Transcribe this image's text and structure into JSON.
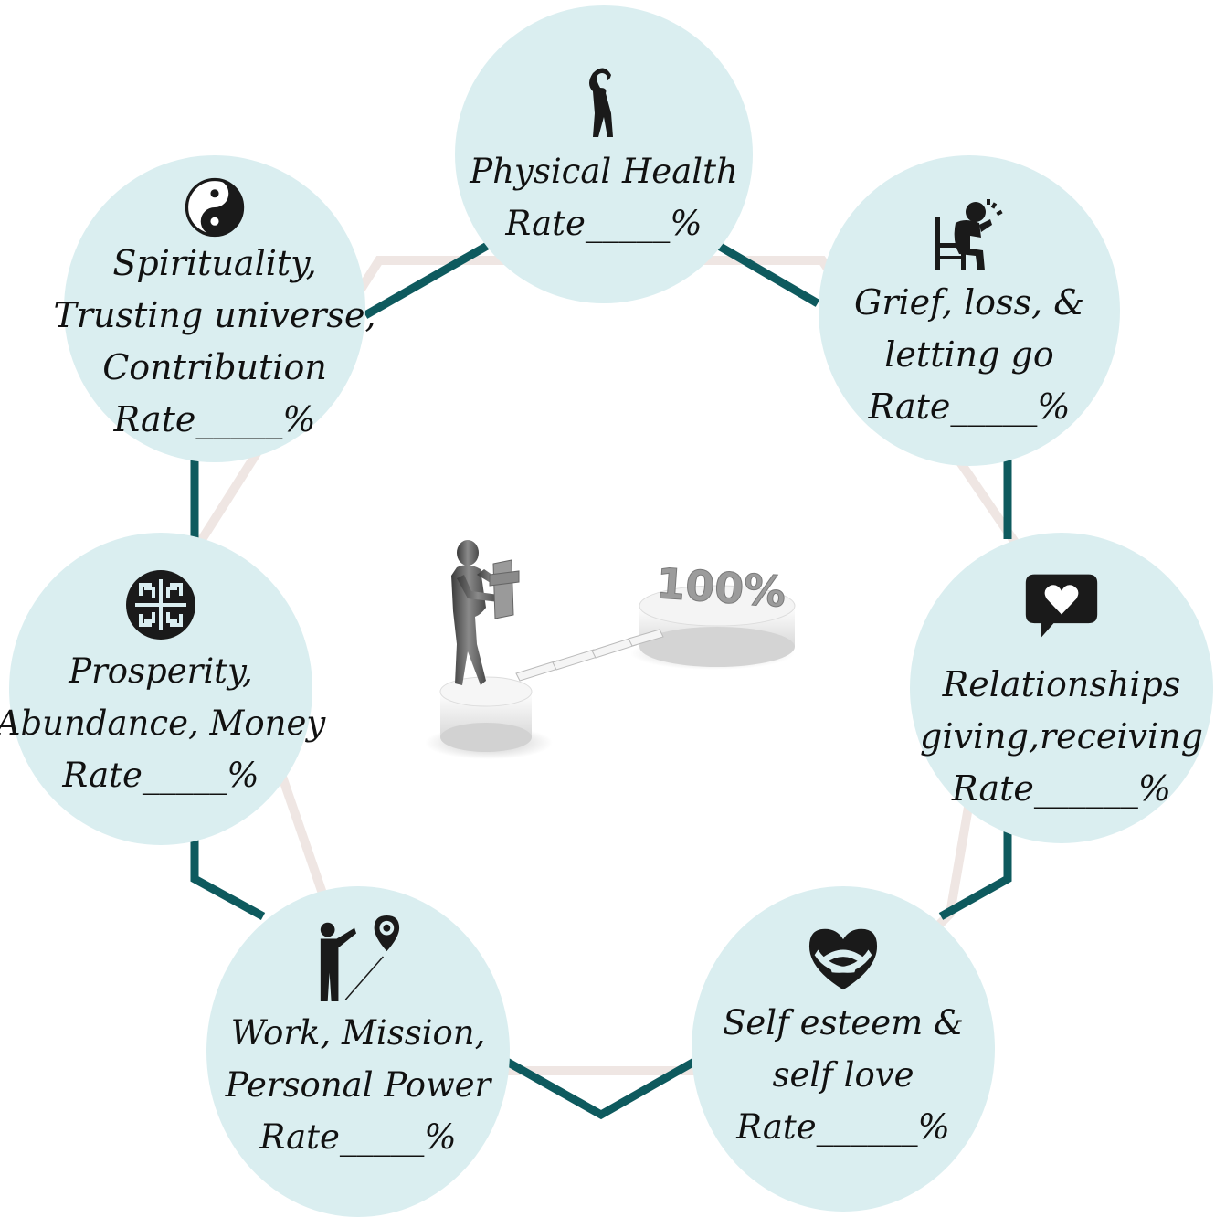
{
  "center": {
    "badge": "100%"
  },
  "nodes": [
    {
      "id": "physical",
      "icon": "stretching-person-icon",
      "lines": [
        "Physical Health",
        "Rate_____%"
      ]
    },
    {
      "id": "grief",
      "icon": "grieving-person-icon",
      "lines": [
        "Grief, loss, &",
        "letting go",
        "Rate_____%"
      ]
    },
    {
      "id": "relation",
      "icon": "heart-chat-bubble-icon",
      "lines": [
        "Relationships",
        "giving,receiving",
        "Rate______%"
      ]
    },
    {
      "id": "esteem",
      "icon": "self-hug-heart-icon",
      "lines": [
        "Self esteem &",
        "self love",
        "Rate______%"
      ]
    },
    {
      "id": "work",
      "icon": "person-pointing-to-location-icon",
      "lines": [
        "Work, Mission,",
        "Personal Power",
        "Rate_____%"
      ]
    },
    {
      "id": "prosper",
      "icon": "chinese-prosperity-symbol-icon",
      "lines": [
        "Prosperity,",
        "Abundance, Money",
        "Rate_____%"
      ]
    },
    {
      "id": "spirit",
      "icon": "yin-yang-icon",
      "lines": [
        "Spirituality,",
        "Trusting universe,",
        "Contribution",
        "Rate_____%"
      ]
    }
  ],
  "colors": {
    "node_fill": "#daeef0",
    "hexagon_dark": "#0e5a5e",
    "hexagon_light": "#efe6e3"
  }
}
